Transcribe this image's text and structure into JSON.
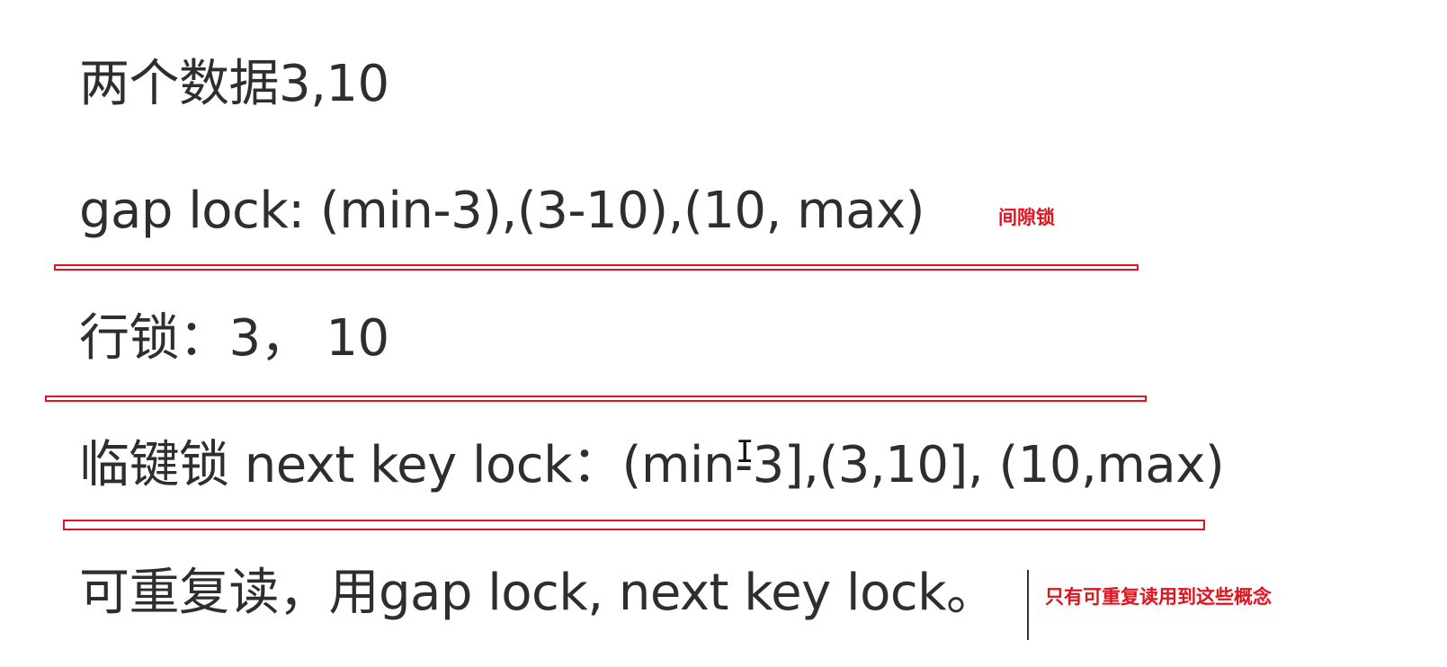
{
  "lines": [
    "两个数据3,10",
    "gap lock: (min-3),(3-10),(10, max)",
    "行锁：3， 10",
    "临键锁 next key lock：(min-3],(3,10], (10,max)",
    "可重复读，用gap lock, next key lock。"
  ],
  "annotations": {
    "gap_lock_note": "间隙锁",
    "repeatable_read_note": "只有可重复读用到这些概念",
    "color": "#e0141e"
  },
  "colors": {
    "text": "#2e2e2e",
    "annotation": "#e0141e",
    "background": "#ffffff"
  }
}
